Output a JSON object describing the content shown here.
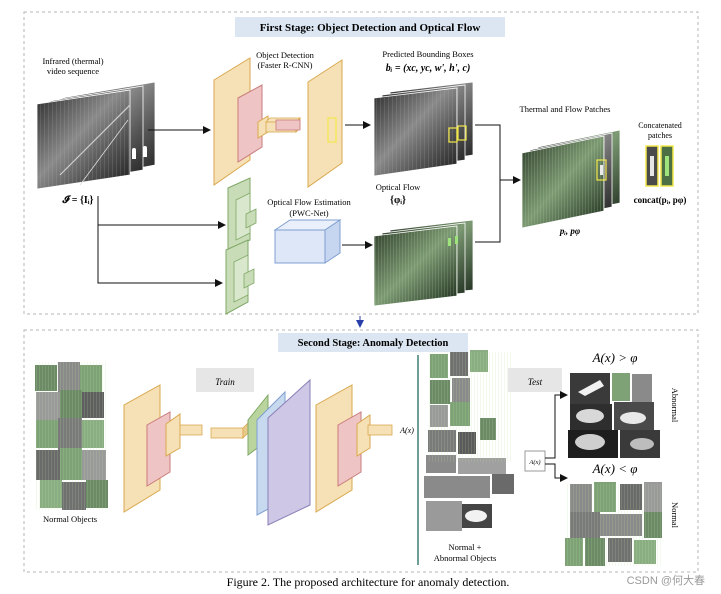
{
  "stage1": {
    "title": "First Stage: Object Detection and Optical Flow",
    "input_label_line1": "Infrared (thermal)",
    "input_label_line2": "video sequence",
    "input_formula": "𝓘 = {Iᵢ}",
    "detect_label_line1": "Object Detection",
    "detect_label_line2": "(Faster R-CNN)",
    "bbox_label": "Predicted Bounding Boxes",
    "bbox_formula": "bᵢ = (xc, yc, w', h', c)",
    "flow_est_line1": "Optical Flow Estimation",
    "flow_est_line2": "(PWC-Net)",
    "flow_label": "Optical Flow",
    "flow_formula": "{φᵢ}",
    "patches_label": "Thermal and Flow Patches",
    "patches_formula": "pᵢ, pφ",
    "concat_label_line1": "Concatenated",
    "concat_label_line2": "patches",
    "concat_formula": "concat(pᵢ, pφ)"
  },
  "stage2": {
    "title": "Second Stage: Anomaly Detection",
    "train_label": "Train",
    "test_label": "Test",
    "normal_objects_label": "Normal Objects",
    "mixed_label_line1": "Normal +",
    "mixed_label_line2": "Abnormal Objects",
    "ax_label": "A(x)",
    "ax_small": "A(x)",
    "gt_label": "A(x) > φ",
    "lt_label": "A(x) < φ",
    "abnormal_label": "Abnormal",
    "normal_label": "Normal"
  },
  "caption": "Figure 2. The proposed architecture for anomaly detection.",
  "watermark": "CSDN @何大春",
  "colors": {
    "title_bg": "#dce6f2",
    "box_border": "#b5b5b5",
    "cnn_yellow": "#f6e0b5",
    "cnn_yellow_edge": "#d9a84e",
    "cnn_red": "#efc4c4",
    "cnn_red_edge": "#c97c7c",
    "flow_green": "#c9dcb8",
    "flow_green_edge": "#7fa866",
    "pwc_blue": "#dde7f7",
    "pwc_blue_edge": "#7f9fd0",
    "ae_purple": "#cfc7e6",
    "ae_blue": "#c7d9ef",
    "ae_green": "#b9d59d",
    "divider": "#3e7e74",
    "arrow": "#111111",
    "bbox_yellow": "#f2e84a"
  }
}
